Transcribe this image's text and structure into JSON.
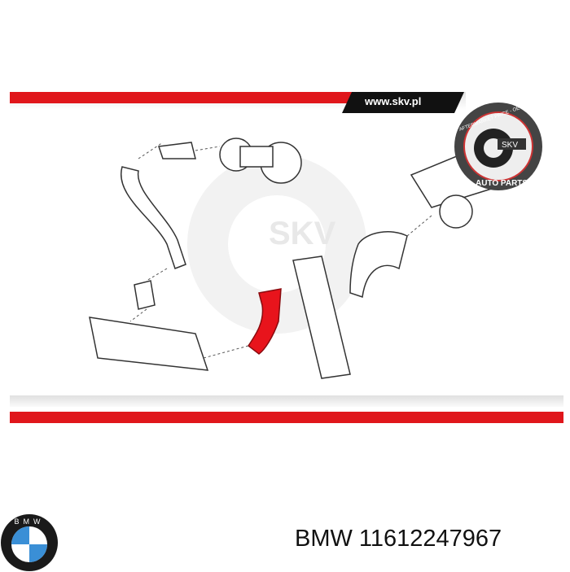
{
  "header": {
    "url": "www.skv.pl"
  },
  "seal": {
    "top_text": "AFTERMARKET PRICE - OE QUALITY",
    "center_text": "SKV",
    "bottom_text": "AUTO PARTS"
  },
  "watermark": "SKV",
  "footer": {
    "brand_logo": "BMW",
    "part_number_label": "BMW 11612247967"
  },
  "colors": {
    "accent_red": "#e0161b",
    "highlight_part": "#e8141c",
    "band_dark": "#111111"
  }
}
